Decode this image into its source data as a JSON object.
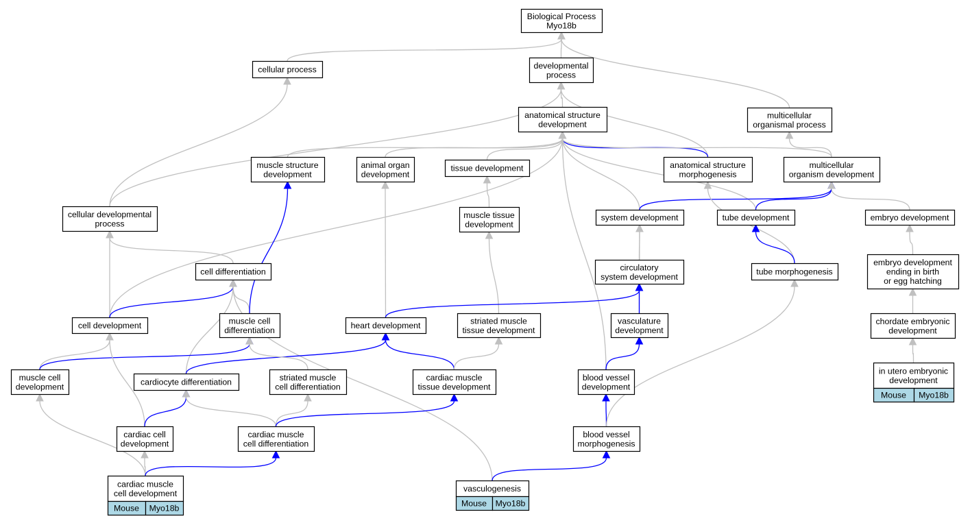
{
  "colors": {
    "gray_edge": "#c0c0c0",
    "blue_edge": "#0000ff",
    "annotation_fill": "#add8e6",
    "node_border": "#000000"
  },
  "nodes": {
    "bp": {
      "lines": [
        "Biological Process",
        "Myo18b"
      ]
    },
    "cellular_process": {
      "lines": [
        "cellular process"
      ]
    },
    "developmental_process": {
      "lines": [
        "developmental",
        "process"
      ]
    },
    "anatomical_structure_development": {
      "lines": [
        "anatomical structure",
        "development"
      ]
    },
    "multicellular_organismal_process": {
      "lines": [
        "multicellular",
        "organismal process"
      ]
    },
    "muscle_structure_development": {
      "lines": [
        "muscle structure",
        "development"
      ]
    },
    "animal_organ_development": {
      "lines": [
        "animal organ",
        "development"
      ]
    },
    "tissue_development": {
      "lines": [
        "tissue development"
      ]
    },
    "anatomical_structure_morphogenesis": {
      "lines": [
        "anatomical structure",
        "morphogenesis"
      ]
    },
    "multicellular_organism_development": {
      "lines": [
        "multicellular",
        "organism development"
      ]
    },
    "cellular_developmental_process": {
      "lines": [
        "cellular developmental",
        "process"
      ]
    },
    "muscle_tissue_development": {
      "lines": [
        "muscle tissue",
        "development"
      ]
    },
    "system_development": {
      "lines": [
        "system development"
      ]
    },
    "tube_development": {
      "lines": [
        "tube development"
      ]
    },
    "embryo_development": {
      "lines": [
        "embryo development"
      ]
    },
    "cell_differentiation": {
      "lines": [
        "cell differentiation"
      ]
    },
    "circulatory_system_development": {
      "lines": [
        "circulatory",
        "system development"
      ]
    },
    "tube_morphogenesis": {
      "lines": [
        "tube morphogenesis"
      ]
    },
    "embryo_development_birth": {
      "lines": [
        "embryo development",
        "ending in birth",
        "or egg hatching"
      ]
    },
    "cell_development": {
      "lines": [
        "cell development"
      ]
    },
    "muscle_cell_differentiation": {
      "lines": [
        "muscle cell",
        "differentiation"
      ]
    },
    "heart_development": {
      "lines": [
        "heart development"
      ]
    },
    "striated_muscle_tissue_development": {
      "lines": [
        "striated muscle",
        "tissue development"
      ]
    },
    "vasculature_development": {
      "lines": [
        "vasculature",
        "development"
      ]
    },
    "chordate_embryonic_development": {
      "lines": [
        "chordate embryonic",
        "development"
      ]
    },
    "muscle_cell_development": {
      "lines": [
        "muscle cell",
        "development"
      ]
    },
    "cardiocyte_differentiation": {
      "lines": [
        "cardiocyte differentiation"
      ]
    },
    "striated_muscle_cell_differentiation": {
      "lines": [
        "striated muscle",
        "cell differentiation"
      ]
    },
    "cardiac_muscle_tissue_development": {
      "lines": [
        "cardiac muscle",
        "tissue development"
      ]
    },
    "blood_vessel_development": {
      "lines": [
        "blood vessel",
        "development"
      ]
    },
    "in_utero_embryonic_development": {
      "lines": [
        "in utero embryonic",
        "development"
      ],
      "annotation": [
        "Mouse",
        "Myo18b"
      ]
    },
    "cardiac_cell_development": {
      "lines": [
        "cardiac cell",
        "development"
      ]
    },
    "cardiac_muscle_cell_differentiation": {
      "lines": [
        "cardiac muscle",
        "cell differentiation"
      ]
    },
    "blood_vessel_morphogenesis": {
      "lines": [
        "blood vessel",
        "morphogenesis"
      ]
    },
    "cardiac_muscle_cell_development": {
      "lines": [
        "cardiac muscle",
        "cell development"
      ],
      "annotation": [
        "Mouse",
        "Myo18b"
      ]
    },
    "vasculogenesis": {
      "lines": [
        "vasculogenesis"
      ],
      "annotation": [
        "Mouse",
        "Myo18b"
      ]
    }
  },
  "edges": [
    {
      "from": "developmental_process",
      "to": "bp",
      "color": "gray"
    },
    {
      "from": "cellular_process",
      "to": "bp",
      "color": "gray"
    },
    {
      "from": "multicellular_organismal_process",
      "to": "bp",
      "color": "gray"
    },
    {
      "from": "anatomical_structure_development",
      "to": "developmental_process",
      "color": "gray"
    },
    {
      "from": "anatomical_structure_morphogenesis",
      "to": "developmental_process",
      "color": "gray"
    },
    {
      "from": "cellular_developmental_process",
      "to": "cellular_process",
      "color": "gray"
    },
    {
      "from": "cellular_developmental_process",
      "to": "developmental_process",
      "color": "gray"
    },
    {
      "from": "multicellular_organism_development",
      "to": "multicellular_organismal_process",
      "color": "gray"
    },
    {
      "from": "muscle_structure_development",
      "to": "anatomical_structure_development",
      "color": "gray"
    },
    {
      "from": "animal_organ_development",
      "to": "anatomical_structure_development",
      "color": "gray"
    },
    {
      "from": "tissue_development",
      "to": "anatomical_structure_development",
      "color": "gray"
    },
    {
      "from": "anatomical_structure_morphogenesis",
      "to": "anatomical_structure_development",
      "color": "blue"
    },
    {
      "from": "multicellular_organism_development",
      "to": "anatomical_structure_development",
      "color": "gray"
    },
    {
      "from": "system_development",
      "to": "anatomical_structure_development",
      "color": "gray"
    },
    {
      "from": "tube_development",
      "to": "anatomical_structure_development",
      "color": "gray"
    },
    {
      "from": "cell_development",
      "to": "anatomical_structure_development",
      "color": "gray"
    },
    {
      "from": "blood_vessel_development",
      "to": "anatomical_structure_development",
      "color": "gray"
    },
    {
      "from": "system_development",
      "to": "multicellular_organism_development",
      "color": "blue"
    },
    {
      "from": "tube_development",
      "to": "multicellular_organism_development",
      "color": "blue"
    },
    {
      "from": "embryo_development",
      "to": "multicellular_organism_development",
      "color": "gray"
    },
    {
      "from": "tube_morphogenesis",
      "to": "anatomical_structure_morphogenesis",
      "color": "gray"
    },
    {
      "from": "tube_morphogenesis",
      "to": "tube_development",
      "color": "blue"
    },
    {
      "from": "muscle_tissue_development",
      "to": "tissue_development",
      "color": "gray"
    },
    {
      "from": "striated_muscle_tissue_development",
      "to": "muscle_tissue_development",
      "color": "gray"
    },
    {
      "from": "circulatory_system_development",
      "to": "system_development",
      "color": "gray"
    },
    {
      "from": "vasculature_development",
      "to": "system_development",
      "color": "gray"
    },
    {
      "from": "heart_development",
      "to": "animal_organ_development",
      "color": "gray"
    },
    {
      "from": "heart_development",
      "to": "circulatory_system_development",
      "color": "blue"
    },
    {
      "from": "vasculature_development",
      "to": "circulatory_system_development",
      "color": "blue"
    },
    {
      "from": "cell_differentiation",
      "to": "cellular_developmental_process",
      "color": "gray"
    },
    {
      "from": "cell_development",
      "to": "cellular_developmental_process",
      "color": "gray"
    },
    {
      "from": "cell_development",
      "to": "cell_differentiation",
      "color": "blue"
    },
    {
      "from": "muscle_cell_differentiation",
      "to": "cell_differentiation",
      "color": "gray"
    },
    {
      "from": "muscle_cell_differentiation",
      "to": "muscle_structure_development",
      "color": "blue"
    },
    {
      "from": "cardiocyte_differentiation",
      "to": "cell_differentiation",
      "color": "gray"
    },
    {
      "from": "vasculogenesis",
      "to": "cell_differentiation",
      "color": "gray"
    },
    {
      "from": "muscle_cell_development",
      "to": "cell_development",
      "color": "gray"
    },
    {
      "from": "muscle_cell_development",
      "to": "muscle_cell_differentiation",
      "color": "blue"
    },
    {
      "from": "cardiac_cell_development",
      "to": "cell_development",
      "color": "gray"
    },
    {
      "from": "cardiocyte_differentiation",
      "to": "heart_development",
      "color": "blue"
    },
    {
      "from": "cardiac_muscle_tissue_development",
      "to": "heart_development",
      "color": "blue"
    },
    {
      "from": "cardiac_muscle_tissue_development",
      "to": "striated_muscle_tissue_development",
      "color": "gray"
    },
    {
      "from": "striated_muscle_cell_differentiation",
      "to": "muscle_cell_differentiation",
      "color": "gray"
    },
    {
      "from": "blood_vessel_development",
      "to": "vasculature_development",
      "color": "blue"
    },
    {
      "from": "embryo_development_birth",
      "to": "embryo_development",
      "color": "gray"
    },
    {
      "from": "chordate_embryonic_development",
      "to": "embryo_development_birth",
      "color": "gray"
    },
    {
      "from": "in_utero_embryonic_development",
      "to": "chordate_embryonic_development",
      "color": "gray"
    },
    {
      "from": "cardiac_cell_development",
      "to": "cardiocyte_differentiation",
      "color": "blue"
    },
    {
      "from": "cardiac_muscle_cell_differentiation",
      "to": "cardiocyte_differentiation",
      "color": "gray"
    },
    {
      "from": "cardiac_muscle_cell_differentiation",
      "to": "striated_muscle_cell_differentiation",
      "color": "gray"
    },
    {
      "from": "cardiac_muscle_cell_differentiation",
      "to": "cardiac_muscle_tissue_development",
      "color": "blue"
    },
    {
      "from": "blood_vessel_morphogenesis",
      "to": "blood_vessel_development",
      "color": "blue"
    },
    {
      "from": "blood_vessel_morphogenesis",
      "to": "tube_morphogenesis",
      "color": "gray"
    },
    {
      "from": "cardiac_muscle_cell_development",
      "to": "cardiac_cell_development",
      "color": "gray"
    },
    {
      "from": "cardiac_muscle_cell_development",
      "to": "muscle_cell_development",
      "color": "gray"
    },
    {
      "from": "cardiac_muscle_cell_development",
      "to": "cardiac_muscle_cell_differentiation",
      "color": "blue"
    },
    {
      "from": "vasculogenesis",
      "to": "blood_vessel_morphogenesis",
      "color": "blue"
    }
  ]
}
